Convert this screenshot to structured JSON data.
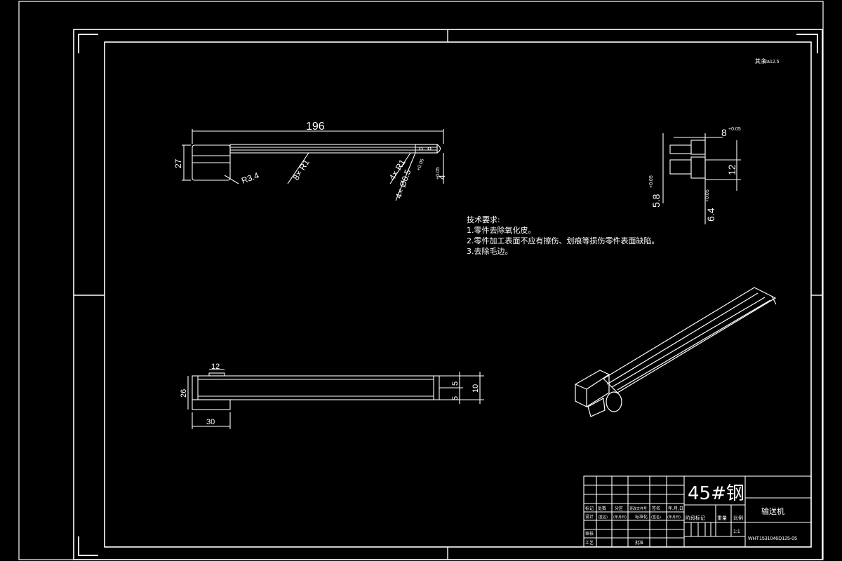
{
  "drawing": {
    "surface_note": "其余",
    "surface_value": "Ra12.5",
    "dimensions": {
      "overall_length": "196",
      "height": "27",
      "radius": "R3.4",
      "fillet_a": "8× R1",
      "fillet_b": "4× R1",
      "hole": "4× Ø0.5",
      "tol_top": "+0.05",
      "tol_bot": "0",
      "hole_depth": "4",
      "side_top": "8",
      "side_height": "12",
      "side_left": "5.8",
      "side_bottom": "6.4",
      "plan_width": "12",
      "plan_height": "26",
      "plan_length": "30",
      "plan_end_a": "5",
      "plan_end_b": "5",
      "plan_end_total": "10"
    },
    "technical_requirements": {
      "title": "技术要求:",
      "items": [
        "1.零件去除氧化皮。",
        "2.零件加工表面不应有擦伤、划痕等损伤零件表面缺陷。",
        "3.去除毛边。"
      ]
    },
    "title_block": {
      "material": "45#钢",
      "part_name": "输送机",
      "drawing_number": "WHT1531046D125-05",
      "scale_label": "比例",
      "scale_value": "1:1",
      "weight_label": "重量",
      "stage_label": "阶段标记",
      "header_cells": [
        "标记",
        "处数",
        "分区",
        "更改文件号",
        "签名",
        "年.月.日"
      ],
      "design_label": "设计",
      "sign_cell": "(签名)",
      "date_cell": "(年月日)",
      "std_label": "标准化",
      "review_label": "审核",
      "process_label": "工艺",
      "approve_label": "批准"
    }
  }
}
